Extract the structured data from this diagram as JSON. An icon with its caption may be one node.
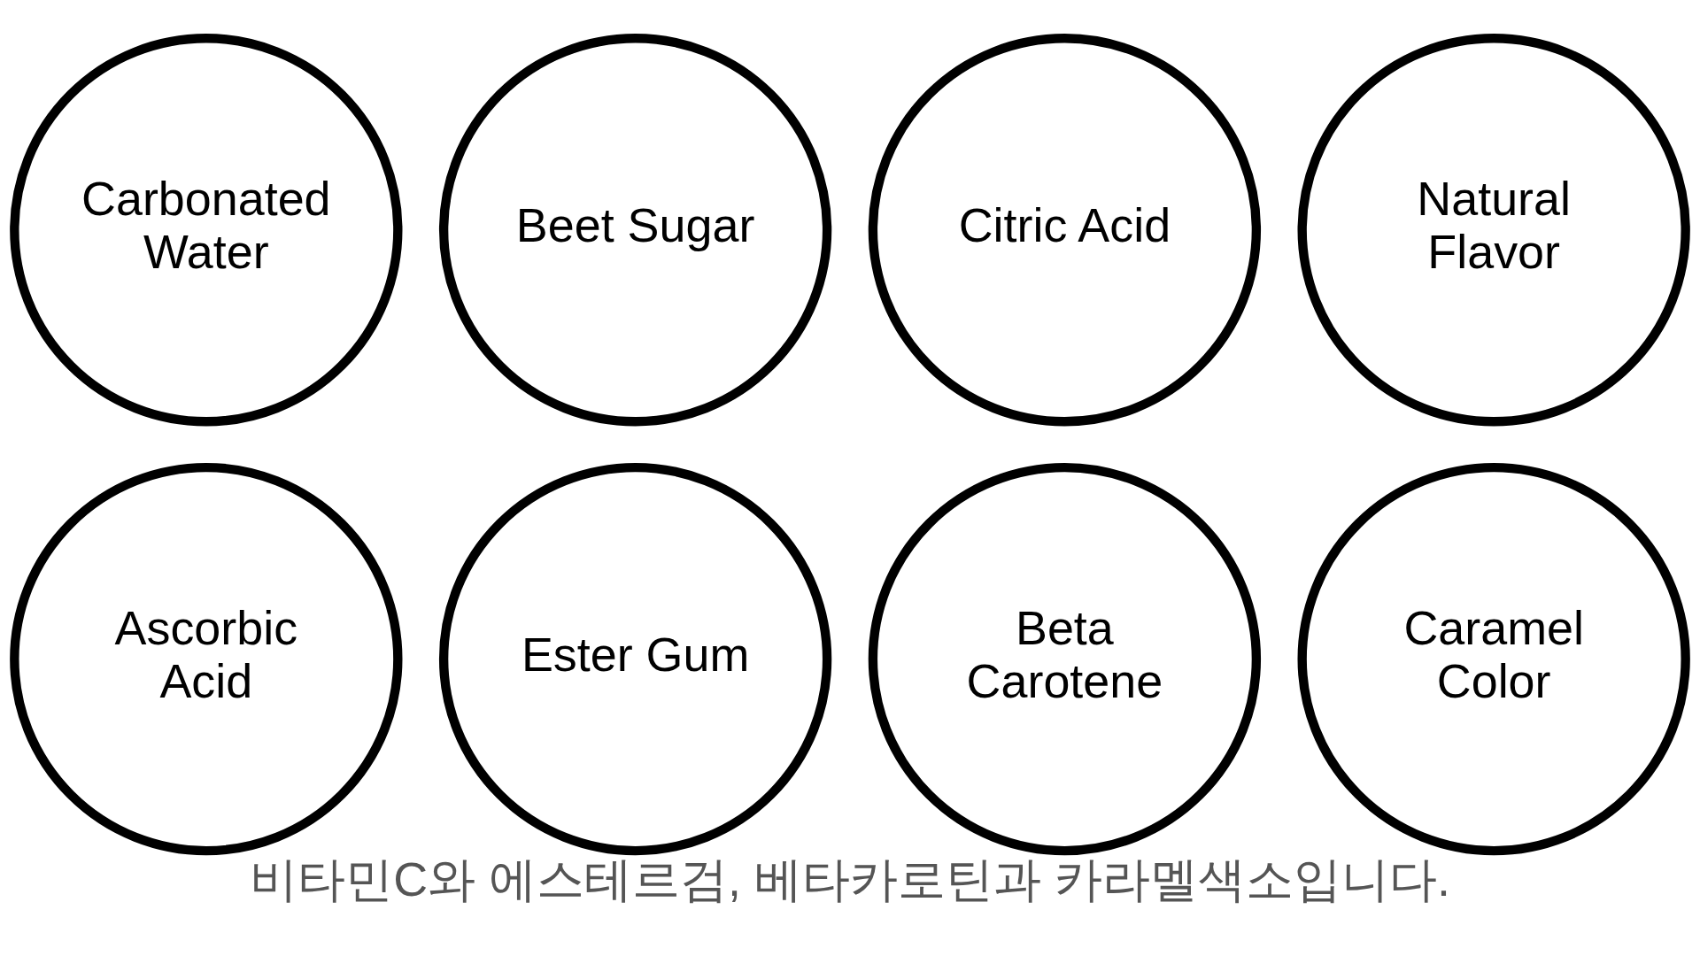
{
  "diagram": {
    "caption": "비타민C와 에스테르검, 베타카로틴과 카라멜색소입니다.",
    "nodes": [
      {
        "text": [
          "Carbonated Water"
        ]
      },
      {
        "text": [
          "Beet Sugar"
        ]
      },
      {
        "text": [
          "Citric Acid"
        ]
      },
      {
        "text": [
          "Natural Flavor"
        ]
      },
      {
        "text": [
          "Ascorbic Acid"
        ]
      },
      {
        "text": [
          "Ester Gum"
        ]
      },
      {
        "text": [
          "Beta Carotene"
        ]
      },
      {
        "text": [
          "Caramel Color"
        ]
      }
    ]
  }
}
